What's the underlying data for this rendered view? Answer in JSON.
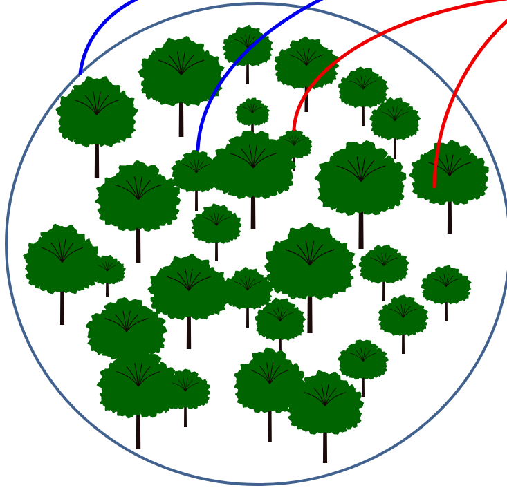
{
  "colors": {
    "background": "#ffffff",
    "circle_stroke": "#41618f",
    "foliage": "#006400",
    "trunk": "#1a0a0a",
    "branch": "#120606",
    "blue_curve": "#0000ee",
    "red_curve": "#ee0000"
  },
  "elements": {
    "boundary": "circle-outline",
    "tree_icon": "tree-icon",
    "curves": [
      "blue-curve",
      "blue-curve",
      "red-curve",
      "red-curve"
    ]
  }
}
